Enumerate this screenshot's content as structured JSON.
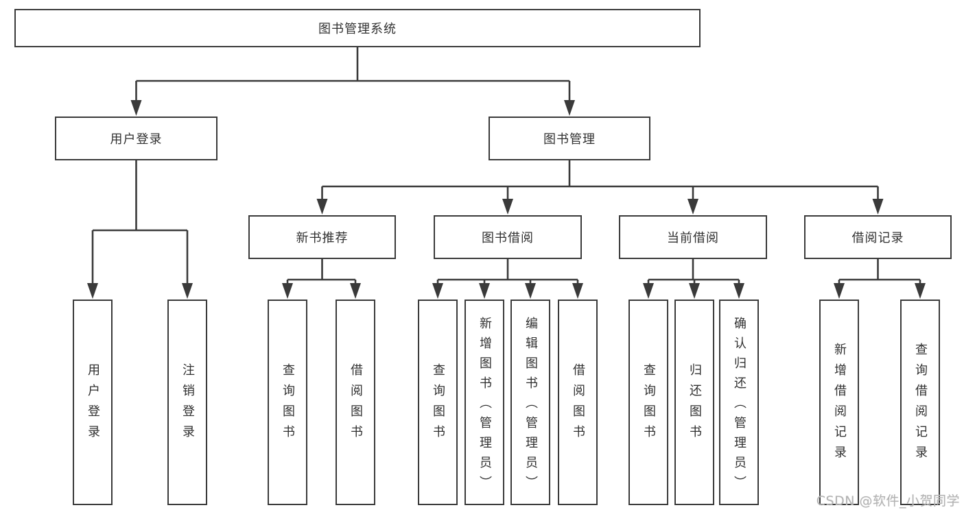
{
  "diagram": {
    "type": "hierarchy-tree",
    "colors": {
      "line": "#3a3a3a",
      "border": "#3a3a3a",
      "text": "#303030",
      "background": "#ffffff",
      "watermark": "#b3b3b3"
    },
    "nodes": {
      "root": "图书管理系统",
      "user_login": "用户登录",
      "book_management": "图书管理",
      "new_book_recommend": "新书推荐",
      "book_borrow": "图书借阅",
      "current_borrow": "当前借阅",
      "borrow_record": "借阅记录"
    },
    "leaves": {
      "user_login": [
        "用户登录",
        "注销登录"
      ],
      "new_book_recommend": [
        "查询图书",
        "借阅图书"
      ],
      "book_borrow": [
        "查询图书",
        "新增图书（管理员）",
        "编辑图书（管理员）",
        "借阅图书"
      ],
      "current_borrow": [
        "查询图书",
        "归还图书",
        "确认归还（管理员）"
      ],
      "borrow_record": [
        "新增借阅记录",
        "查询借阅记录"
      ]
    },
    "watermark": "CSDN @软件_小贺同学"
  }
}
